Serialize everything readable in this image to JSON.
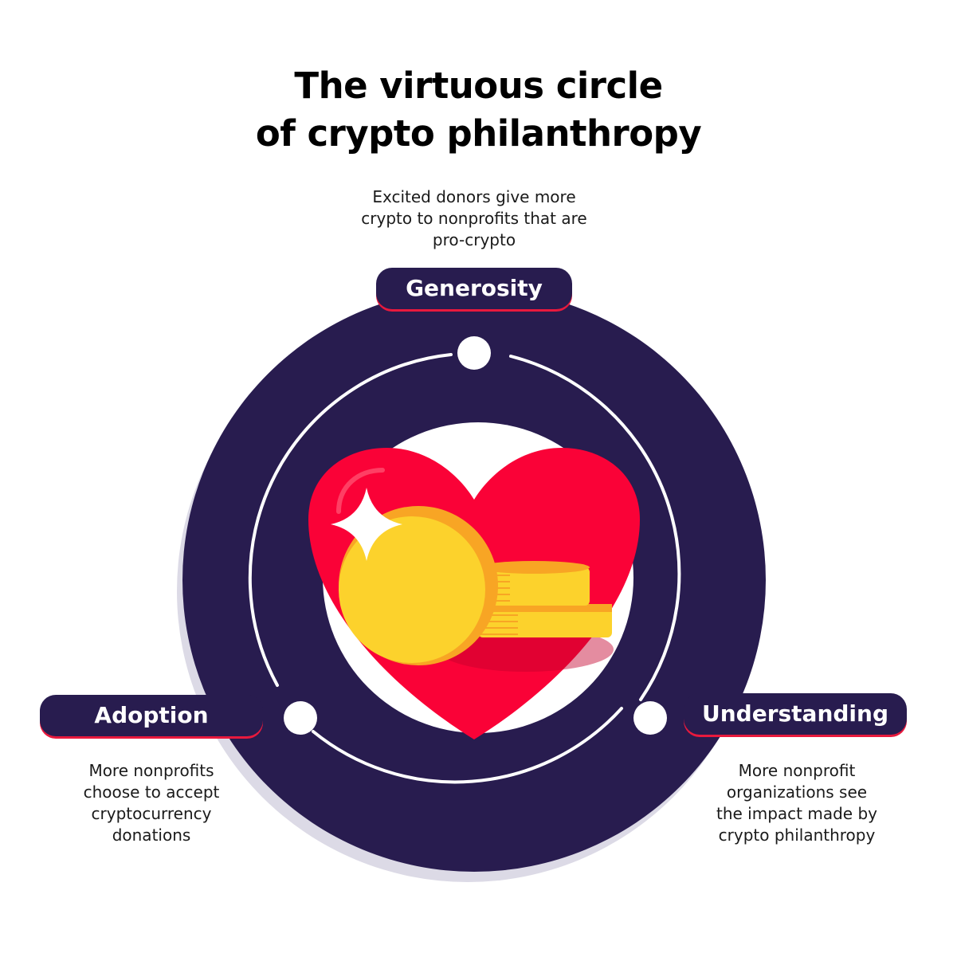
{
  "title": {
    "line1": "The virtuous circle",
    "line2": "of crypto philanthropy"
  },
  "stages": {
    "generosity": {
      "label": "Generosity",
      "description": [
        "Excited donors give more",
        "crypto to nonprofits that are",
        "pro-crypto"
      ]
    },
    "adoption": {
      "label": "Adoption",
      "description": [
        "More nonprofits",
        "choose to accept",
        "cryptocurrency",
        "donations"
      ]
    },
    "understanding": {
      "label": "Understanding",
      "description": [
        "More nonprofit",
        "organizations see",
        "the impact made by",
        "crypto philanthropy"
      ]
    }
  },
  "colors": {
    "ring": "#281c4f",
    "ring_shadow": "#dcdae6",
    "accent_red": "#e8193d",
    "heart": "#fa0237",
    "coin": "#fcd22c",
    "coin_edge": "#f8a524",
    "white": "#ffffff"
  },
  "icons": {
    "center": "heart-with-coins-icon",
    "sparkle": "sparkle-icon"
  }
}
